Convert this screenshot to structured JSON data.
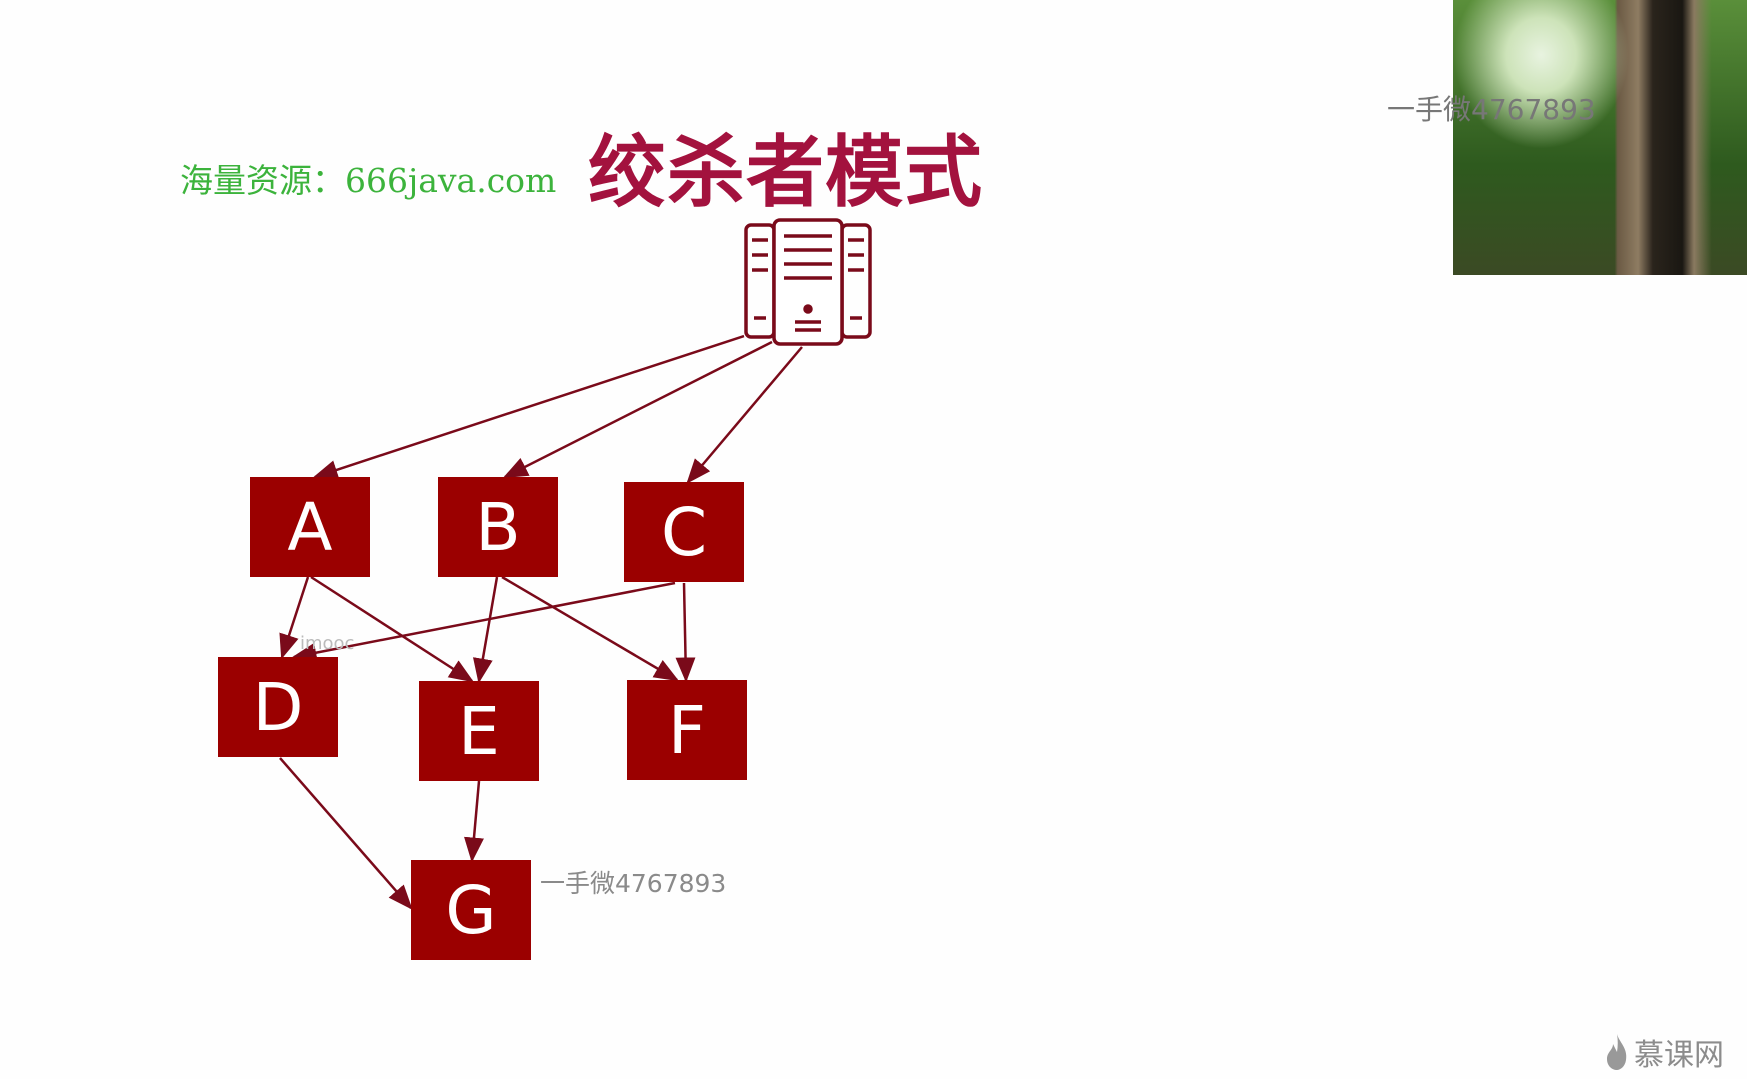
{
  "title": "绞杀者模式",
  "source_watermark": "海量资源：666java.com",
  "server_icon": "server-icon",
  "nodes": [
    "A",
    "B",
    "C",
    "D",
    "E",
    "F",
    "G"
  ],
  "edges": [
    [
      "server",
      "A"
    ],
    [
      "server",
      "B"
    ],
    [
      "server",
      "C"
    ],
    [
      "A",
      "D"
    ],
    [
      "A",
      "E"
    ],
    [
      "B",
      "E"
    ],
    [
      "B",
      "F"
    ],
    [
      "C",
      "F"
    ],
    [
      "C",
      "D"
    ],
    [
      "D",
      "G"
    ],
    [
      "E",
      "G"
    ]
  ],
  "watermark_contact": "一手微4767893",
  "watermark_top": "一手微4767893",
  "watermark_imooc": "imooc",
  "logo_text": "慕课网",
  "colors": {
    "box": "#9b0000",
    "title": "#a3123e",
    "edge": "#7a0a1a",
    "source": "#3cb33c"
  }
}
